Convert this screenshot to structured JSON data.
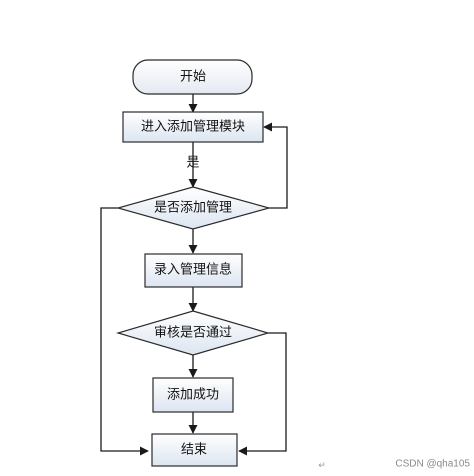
{
  "diagram": {
    "nodes": {
      "start": "开始",
      "enter_module": "进入添加管理模块",
      "decision_add": "是否添加管理",
      "input_info": "录入管理信息",
      "decision_review": "审核是否通过",
      "add_success": "添加成功",
      "end": "结束"
    },
    "edge_labels": {
      "yes": "是"
    },
    "colors": {
      "stroke": "#2b2b2b",
      "box_fill_top": "#ffffff",
      "box_fill_bottom": "#dde6f1",
      "arrow": "#1a1a1a"
    }
  },
  "watermark": {
    "text": "CSDN @qha105",
    "return_mark": "↵"
  }
}
